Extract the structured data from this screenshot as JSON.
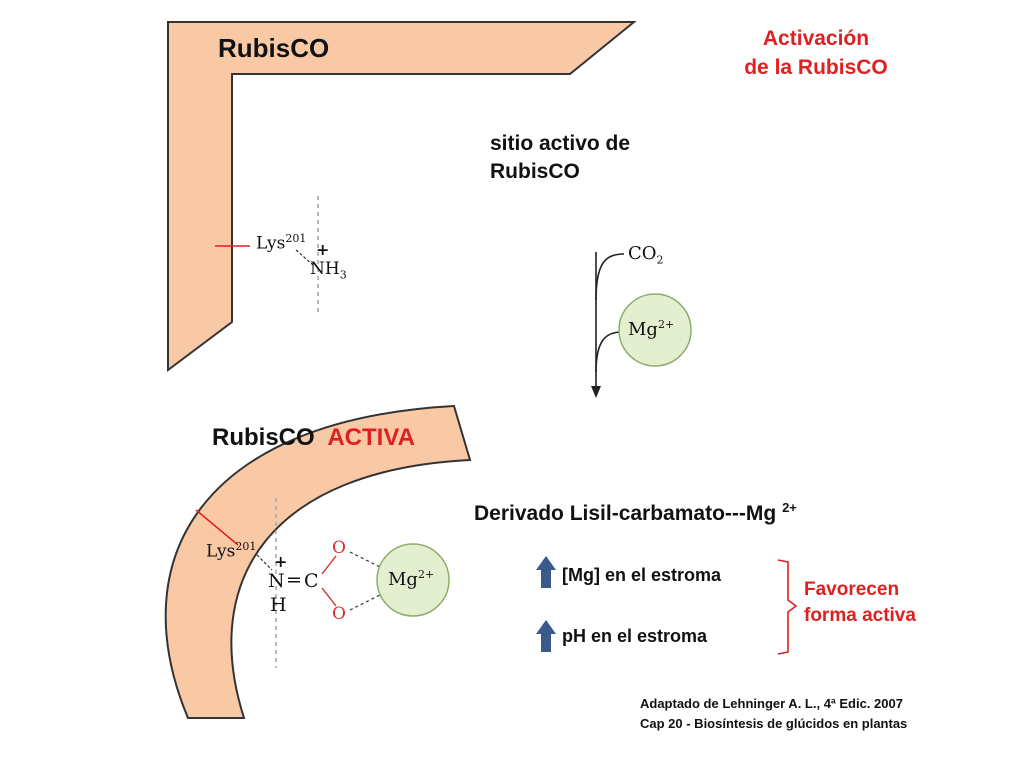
{
  "header": {
    "title_line1": "Activación",
    "title_line2": "de la RubisCO"
  },
  "inactive_enzyme": {
    "label": "RubisCO",
    "lys": "Lys",
    "lys_superscript": "201",
    "charge": "+",
    "amino": "NH",
    "amino_subscript": "3"
  },
  "active_site": {
    "line1": "sitio activo de",
    "line2": "RubisCO"
  },
  "reagents": {
    "co2": "CO",
    "co2_subscript": "2",
    "mg": "Mg",
    "mg_charge": "2+"
  },
  "active_enzyme": {
    "label": "RubisCO",
    "label_active": "ACTIVA",
    "lys": "Lys",
    "lys_superscript": "201",
    "charge": "+",
    "n": "N",
    "h": "H",
    "c": "C",
    "o_top": "O",
    "o_bottom": "O",
    "bond": "=",
    "mg": "Mg",
    "mg_charge": "2+"
  },
  "derivative": {
    "text": "Derivado Lisil-carbamato---Mg",
    "superscript": "2+"
  },
  "conditions": {
    "item1": "[Mg] en el estroma",
    "item2": "pH en el estroma",
    "result_line1": "Favorecen",
    "result_line2": "forma activa"
  },
  "citation": {
    "line1": "Adaptado de Lehninger A. L., 4ª Edic. 2007",
    "line2": "Cap 20 - Biosíntesis de glúcidos en plantas"
  },
  "colors": {
    "enzyme_fill": "#f9c9a6",
    "title_red": "#e02020",
    "arrow_blue": "#3a5a8c",
    "mg_circle": "#e4efcf"
  }
}
